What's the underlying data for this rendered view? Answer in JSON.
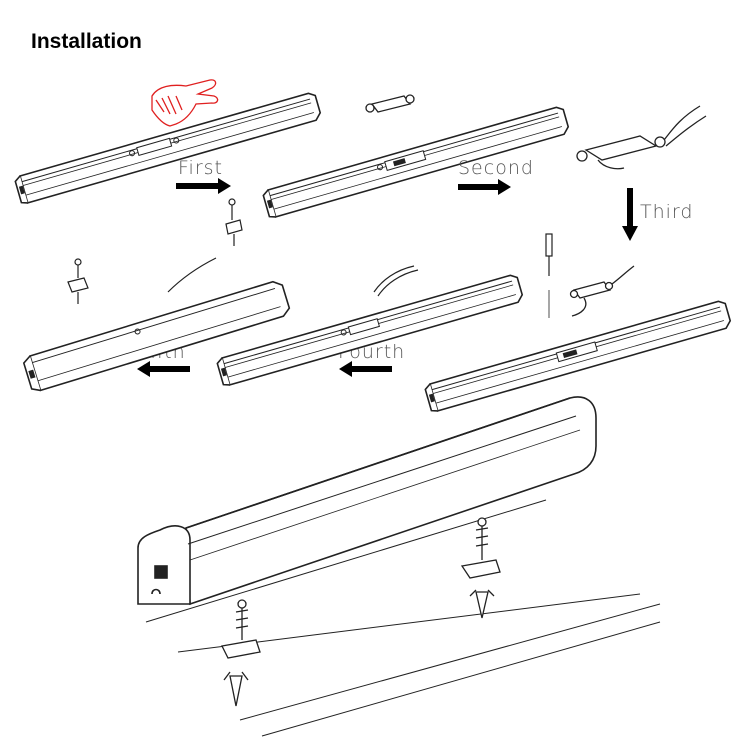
{
  "title": "Installation",
  "steps": {
    "first": "First",
    "second": "Second",
    "third": "Third",
    "fourth": "Fourth",
    "fifth": "Fifth"
  },
  "colors": {
    "line": "#222222",
    "hand": "#e02020",
    "arrow": "#000000",
    "label": "#555555"
  }
}
